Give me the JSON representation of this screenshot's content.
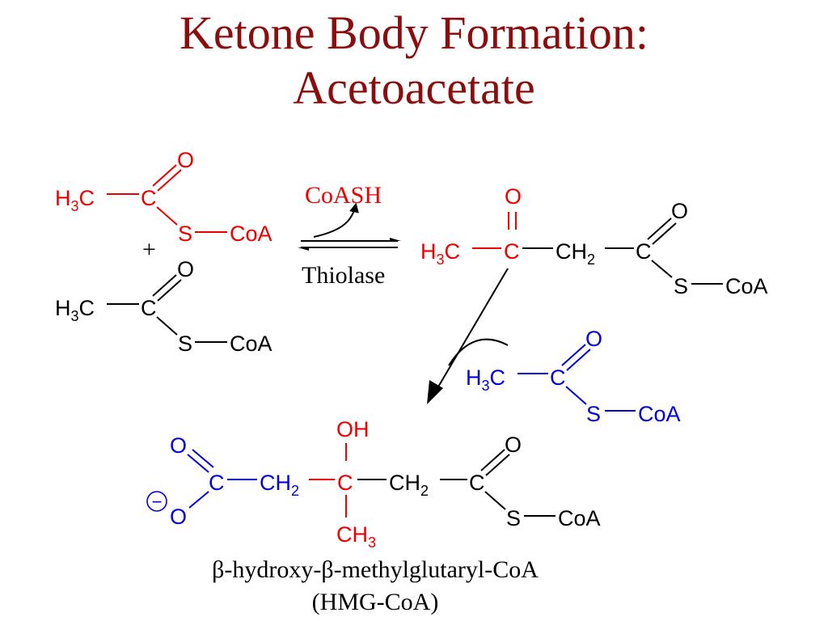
{
  "title": {
    "line1": "Ketone Body Formation:",
    "line2": "Acetoacetate"
  },
  "colors": {
    "title": "#8b0d0d",
    "red": "#ee0000",
    "blue": "#0000dd",
    "black": "#000000"
  },
  "atoms": {
    "O": "O",
    "C": "C",
    "S": "S",
    "H": "H",
    "CoA": "CoA",
    "OH": "OH",
    "CH": "CH",
    "sub2": "2",
    "sub3": "3"
  },
  "reaction": {
    "plus": "+",
    "released": "CoASH",
    "enzyme": "Thiolase",
    "charge": "−"
  },
  "product": {
    "name_line1": "β-hydroxy-β-methylglutaryl-CoA",
    "name_line2": "(HMG-CoA)"
  }
}
